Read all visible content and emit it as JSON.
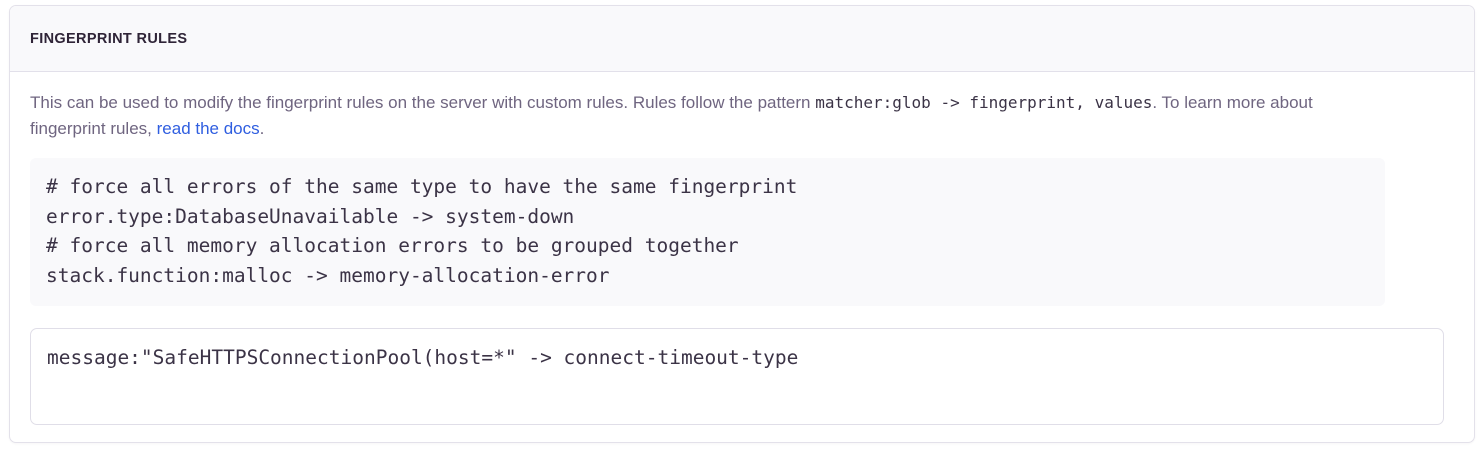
{
  "panel": {
    "title": "FINGERPRINT RULES",
    "description": {
      "text_before_code": "This can be used to modify the fingerprint rules on the server with custom rules. Rules follow the pattern ",
      "inline_code": "matcher:glob -> fingerprint, values",
      "text_between": ". To learn more about fingerprint rules, ",
      "link_label": "read the docs",
      "text_after_link": "."
    },
    "code_example": {
      "lines": [
        "# force all errors of the same type to have the same fingerprint",
        "error.type:DatabaseUnavailable -> system-down",
        "# force all memory allocation errors to be grouped together",
        "stack.function:malloc -> memory-allocation-error"
      ]
    },
    "rules_input": {
      "value": "message:\"SafeHTTPSConnectionPool(host=*\" -> connect-timeout-type",
      "placeholder": ""
    }
  },
  "colors": {
    "panel_border": "#e3e1ea",
    "header_background": "#f9f9fb",
    "title_text": "#2f2437",
    "body_text": "#6f6580",
    "code_text": "#3b3346",
    "code_background": "#f9f9fb",
    "link": "#2f5ee0",
    "input_border": "#e0dee8"
  }
}
